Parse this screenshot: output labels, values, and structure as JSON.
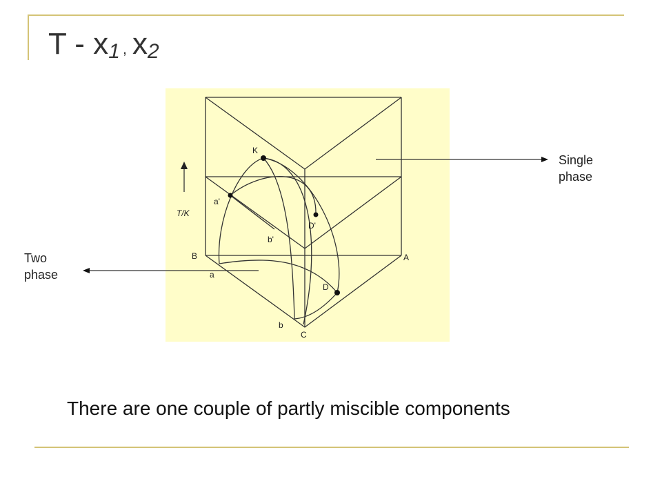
{
  "title": {
    "main": "T - x",
    "sub1": "1",
    "sep": ",",
    "x2": "x",
    "sub2": "2"
  },
  "annotations": {
    "single_line1": "Single",
    "single_line2": "phase",
    "two_line1": "Two",
    "two_line2": "phase"
  },
  "diagram": {
    "background": "#FFFDC9",
    "stroke": "#333333",
    "labels": {
      "K": "K",
      "a_prime": "a'",
      "T_axis": "T/K",
      "D_prime": "D'",
      "b_prime": "b'",
      "B": "B",
      "A": "A",
      "a": "a",
      "D": "D",
      "b": "b",
      "C": "C"
    }
  },
  "caption": "There are one couple of partly miscible components",
  "colors": {
    "rule": "#D4C376",
    "title": "#333333"
  }
}
